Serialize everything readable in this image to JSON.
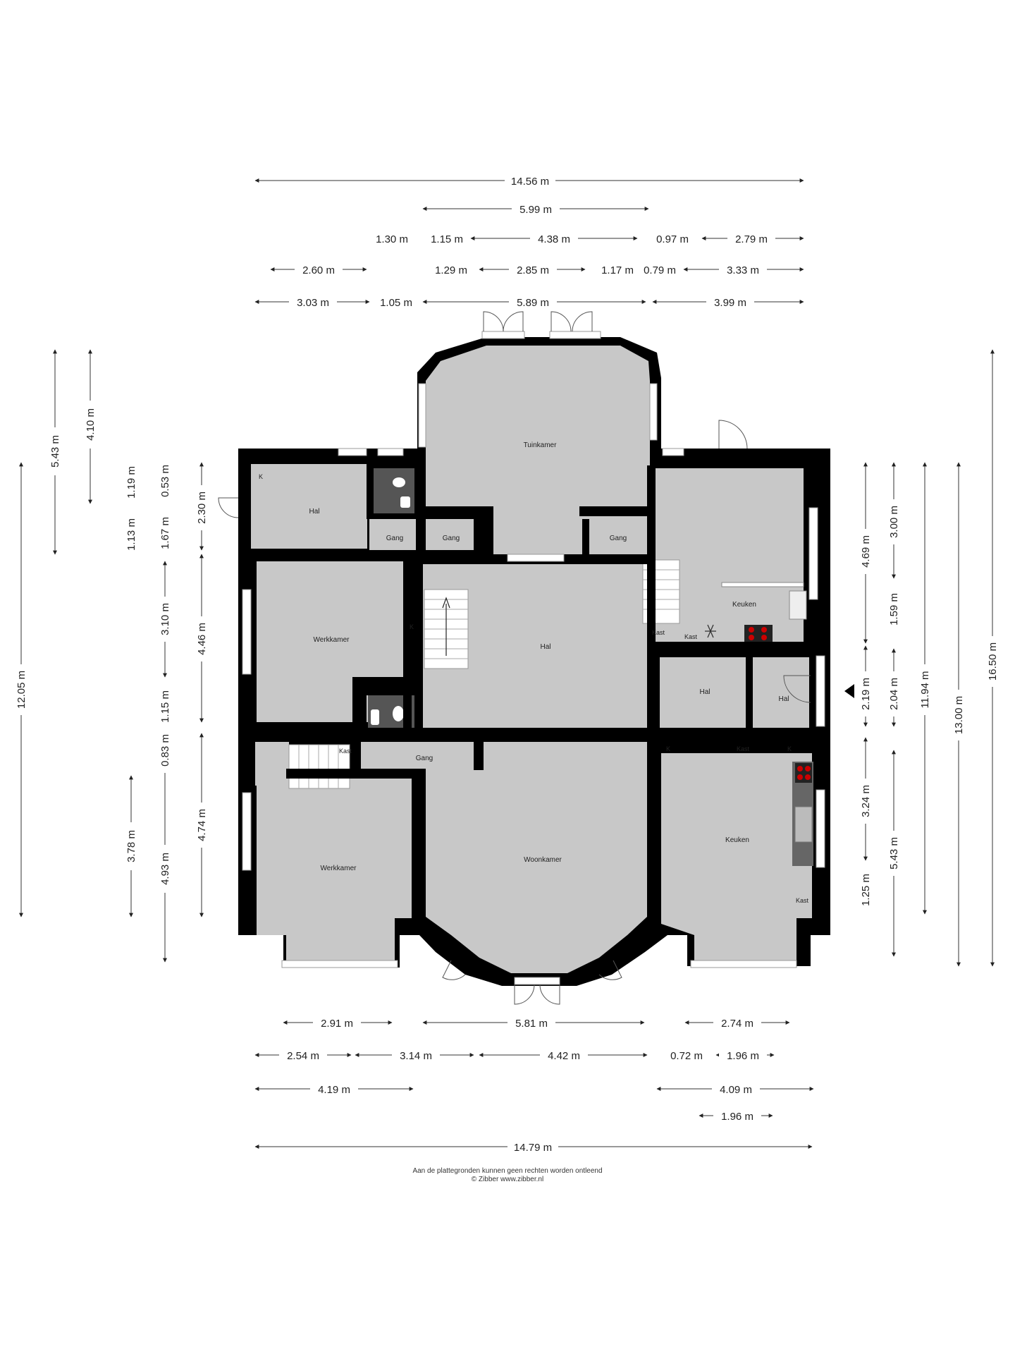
{
  "dimensions": {
    "top": {
      "total": "14.56 m",
      "r2": "5.99 m",
      "r3": [
        "1.30 m",
        "1.15 m",
        "4.38 m",
        "0.97 m",
        "2.79 m"
      ],
      "r4": [
        "2.60 m",
        "1.29 m",
        "2.85 m",
        "1.17 m",
        "0.79 m",
        "3.33 m"
      ],
      "r5": [
        "3.03 m",
        "1.05 m",
        "5.89 m",
        "3.99 m"
      ]
    },
    "bottom": {
      "r1": [
        "2.91 m",
        "5.81 m",
        "2.74 m"
      ],
      "r2": [
        "2.54 m",
        "3.14 m",
        "4.42 m",
        "0.72 m",
        "1.96 m"
      ],
      "r3": [
        "4.19 m",
        "4.09 m"
      ],
      "r4": "1.96 m",
      "total": "14.79 m"
    },
    "left": {
      "c1": "12.05 m",
      "c2": "5.43 m",
      "c3": "4.10 m",
      "c4": [
        "1.13 m",
        "1.19 m",
        "3.78 m"
      ],
      "c5": [
        "1.67 m",
        "0.53 m",
        "3.10 m",
        "1.15 m",
        "0.83 m",
        "4.93 m"
      ],
      "c6": [
        "2.30 m",
        "4.46 m",
        "4.74 m"
      ]
    },
    "right": {
      "c1": [
        "4.69 m",
        "2.19 m",
        "3.24 m",
        "1.25 m"
      ],
      "c2": [
        "3.00 m",
        "1.59 m",
        "2.04 m",
        "5.43 m"
      ],
      "c3": "11.94 m",
      "c4": "13.00 m",
      "c5": "16.50 m"
    }
  },
  "rooms": {
    "tuinkamer": "Tuinkamer",
    "hal_nw": "Hal",
    "k_nw": "K",
    "gang_1": "Gang",
    "gang_2": "Gang",
    "gang_3": "Gang",
    "werkkamer_1": "Werkkamer",
    "k_werk": "K",
    "hal_center": "Hal",
    "keuken_1": "Keuken",
    "kast_1": "Kast",
    "kast_2": "Kast",
    "hal_e1": "Hal",
    "hal_e2": "Hal",
    "kast_3": "Kast",
    "gang_4": "Gang",
    "k_e1": "K",
    "kast_4": "Kast",
    "k_e2": "K",
    "werkkamer_2": "Werkkamer",
    "woonkamer": "Woonkamer",
    "keuken_2": "Keuken",
    "kast_5": "Kast"
  },
  "footer": {
    "line1": "Aan de plattegronden kunnen geen rechten worden ontleend",
    "line2": "© Zibber www.zibber.nl"
  },
  "colors": {
    "wall": "#000000",
    "floor": "#c8c8c8",
    "bathroom": "#555555",
    "stove": "#cc0000"
  }
}
